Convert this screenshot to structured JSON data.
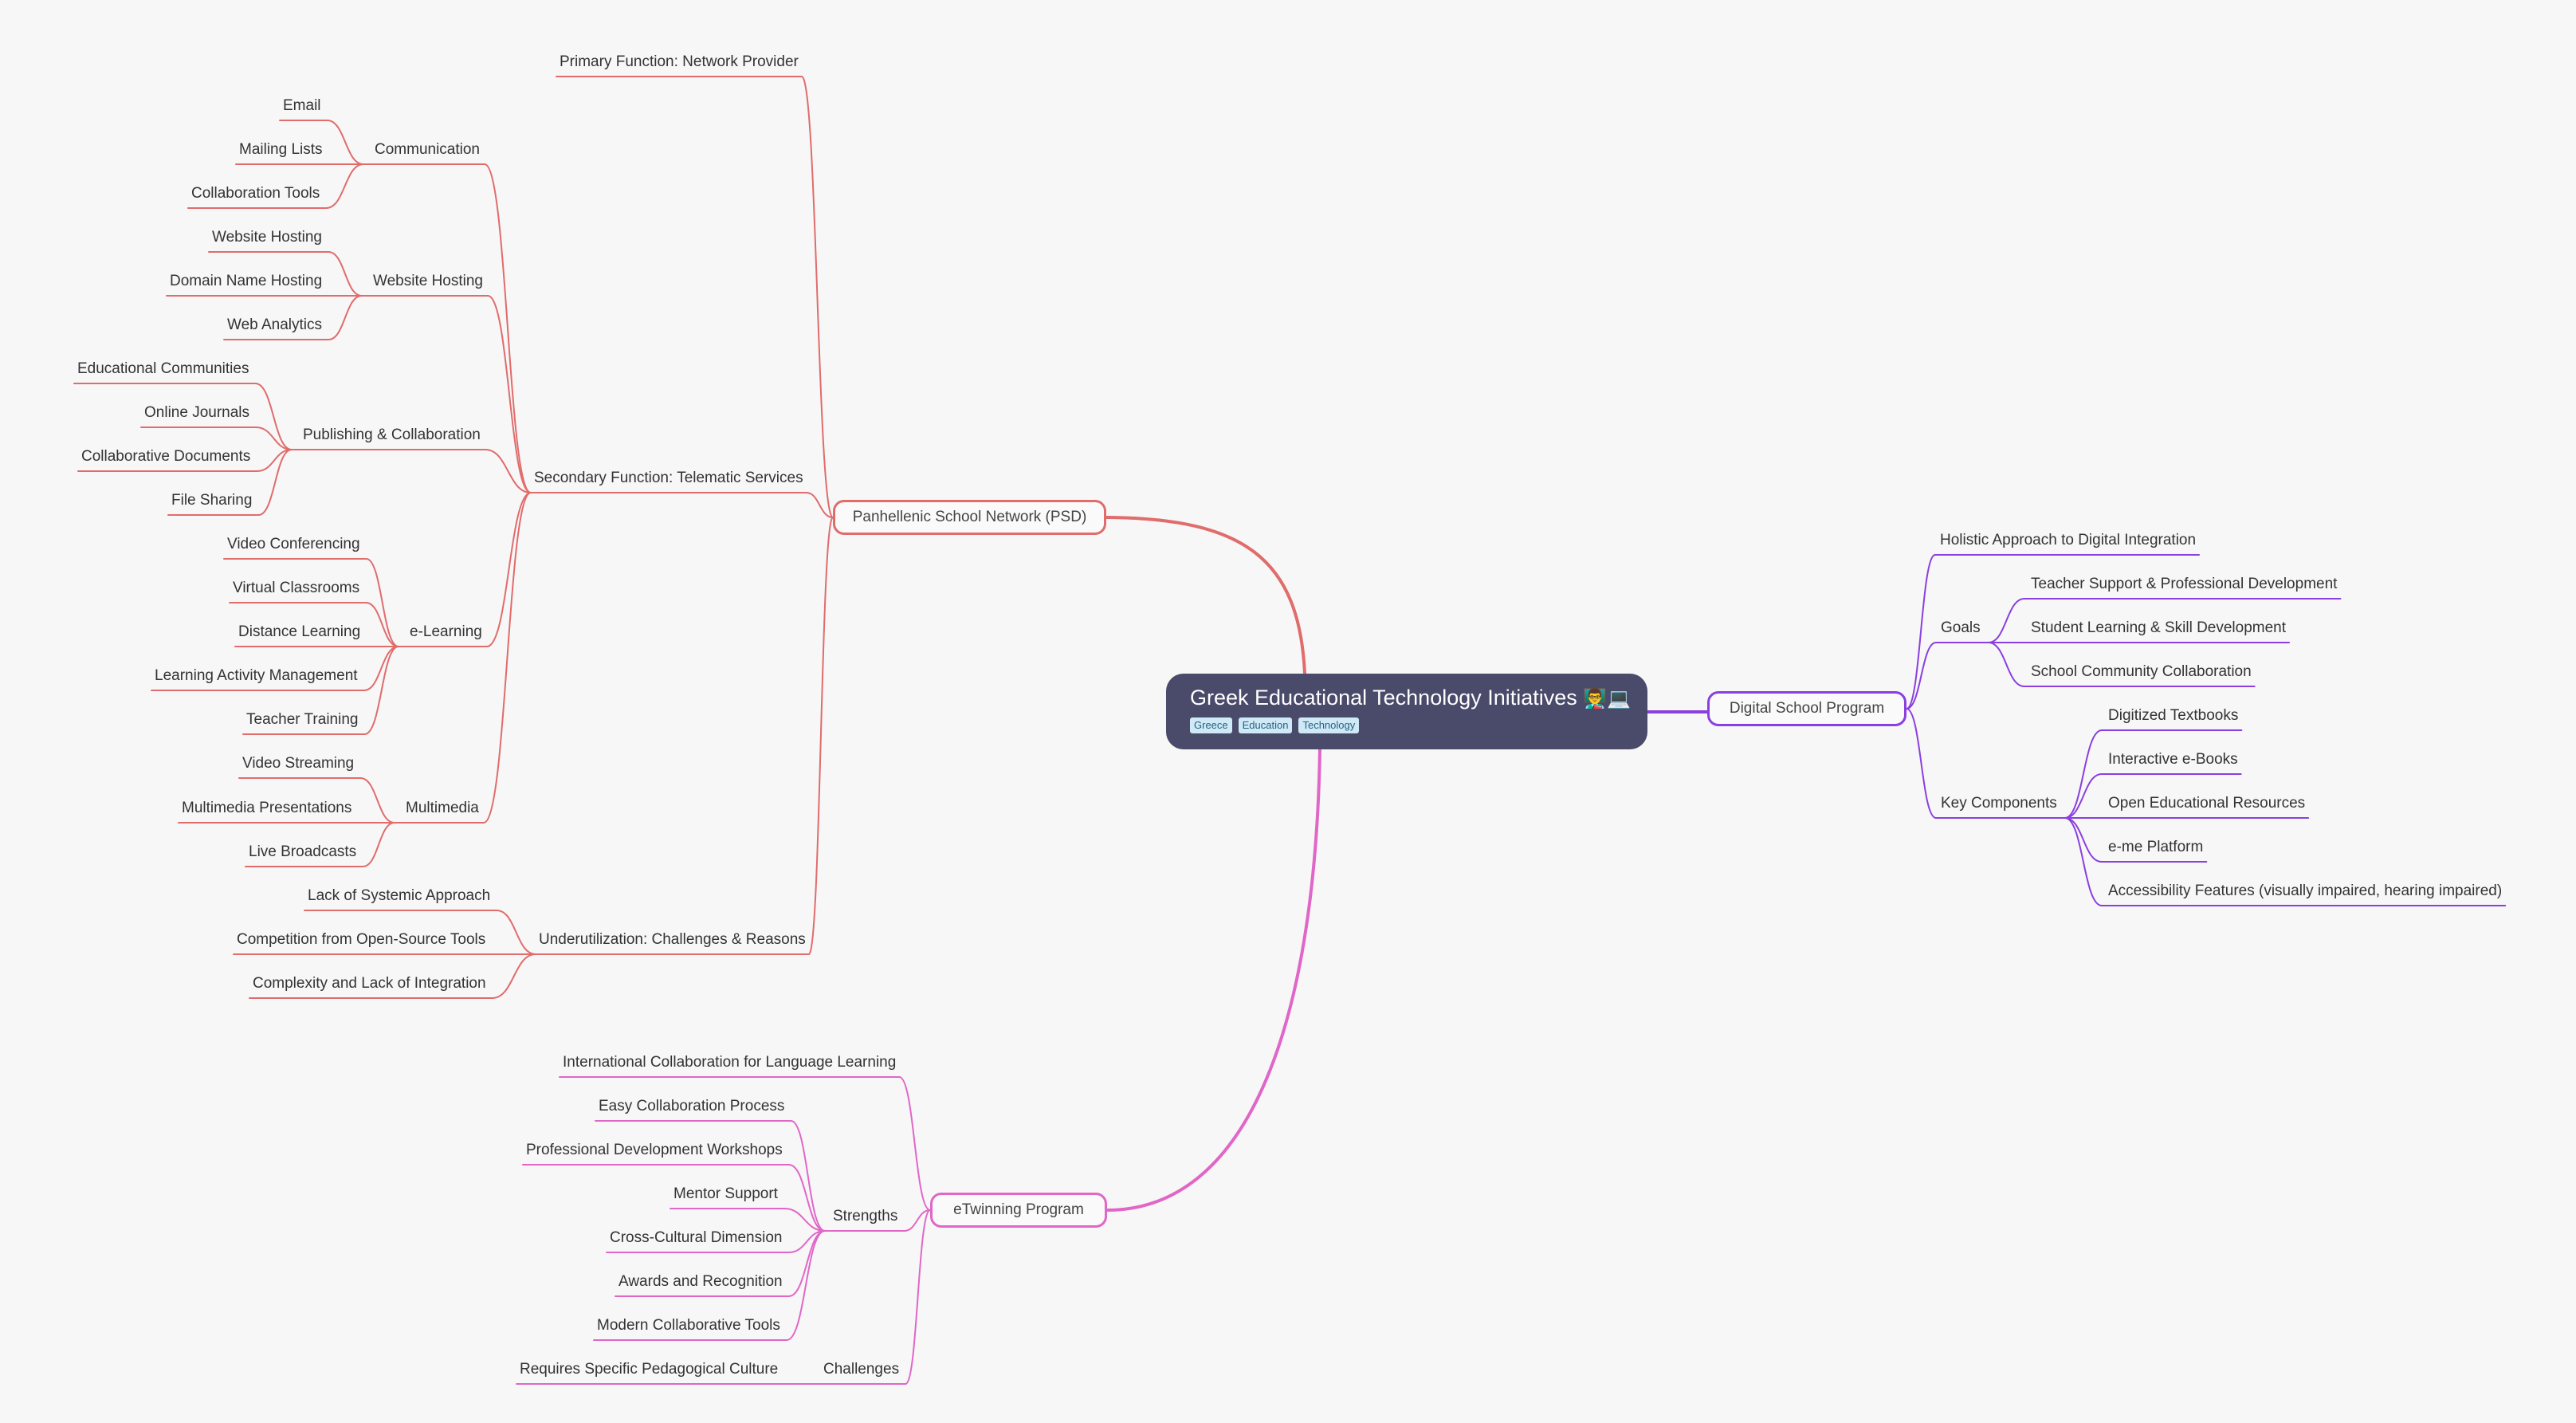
{
  "root": {
    "title": "Greek Educational Technology Initiatives",
    "emoji": "👨‍🏫💻",
    "tags": [
      "Greece",
      "Education",
      "Technology"
    ]
  },
  "colors": {
    "psd": "#e06c6c",
    "digital": "#8a3fe0",
    "etwinning": "#e066c8",
    "root_bg": "#4a4a6a"
  },
  "branches": {
    "psd": {
      "label": "Panhellenic School Network (PSD)",
      "primary": "Primary Function: Network Provider",
      "secondary": {
        "label": "Secondary Function: Telematic Services",
        "communication": {
          "label": "Communication",
          "items": [
            "Email",
            "Mailing Lists",
            "Collaboration Tools"
          ]
        },
        "website_hosting": {
          "label": "Website Hosting",
          "items": [
            "Website Hosting",
            "Domain Name Hosting",
            "Web Analytics"
          ]
        },
        "publishing": {
          "label": "Publishing & Collaboration",
          "items": [
            "Educational Communities",
            "Online Journals",
            "Collaborative Documents",
            "File Sharing"
          ]
        },
        "elearning": {
          "label": "e-Learning",
          "items": [
            "Video Conferencing",
            "Virtual Classrooms",
            "Distance Learning",
            "Learning Activity Management",
            "Teacher Training"
          ]
        },
        "multimedia": {
          "label": "Multimedia",
          "items": [
            "Video Streaming",
            "Multimedia Presentations",
            "Live Broadcasts"
          ]
        }
      },
      "underutilization": {
        "label": "Underutilization: Challenges & Reasons",
        "items": [
          "Lack of Systemic Approach",
          "Competition from Open-Source Tools",
          "Complexity and Lack of Integration"
        ]
      }
    },
    "digital": {
      "label": "Digital School Program",
      "holistic": "Holistic Approach to Digital Integration",
      "goals": {
        "label": "Goals",
        "items": [
          "Teacher Support & Professional Development",
          "Student Learning & Skill Development",
          "School Community Collaboration"
        ]
      },
      "components": {
        "label": "Key Components",
        "items": [
          "Digitized Textbooks",
          "Interactive e-Books",
          "Open Educational Resources",
          "e-me Platform",
          "Accessibility Features (visually impaired, hearing impaired)"
        ]
      }
    },
    "etwinning": {
      "label": "eTwinning Program",
      "international": "International Collaboration for Language Learning",
      "strengths": {
        "label": "Strengths",
        "items": [
          "Easy Collaboration Process",
          "Professional Development Workshops",
          "Mentor Support",
          "Cross-Cultural Dimension",
          "Awards and Recognition",
          "Modern Collaborative Tools"
        ]
      },
      "challenges": {
        "label": "Challenges",
        "items": [
          "Requires Specific Pedagogical Culture"
        ]
      }
    }
  }
}
